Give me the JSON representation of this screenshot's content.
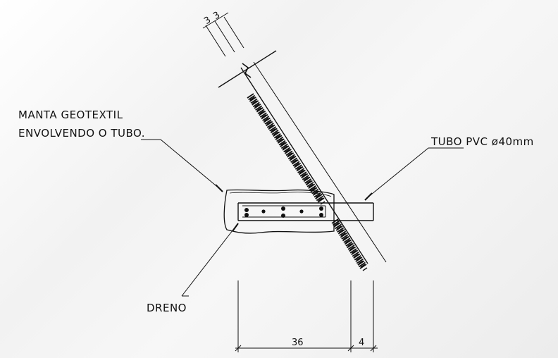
{
  "labels": {
    "manta_line1": "MANTA  GEOTEXTIL",
    "manta_line2": "ENVOLVENDO  O  TUBO.",
    "tubo": "TUBO  PVC  ø40mm",
    "dreno": "DRENO"
  },
  "dimensions": {
    "top_a": "3",
    "top_b": "3",
    "bottom_main": "36",
    "bottom_small": "4"
  }
}
